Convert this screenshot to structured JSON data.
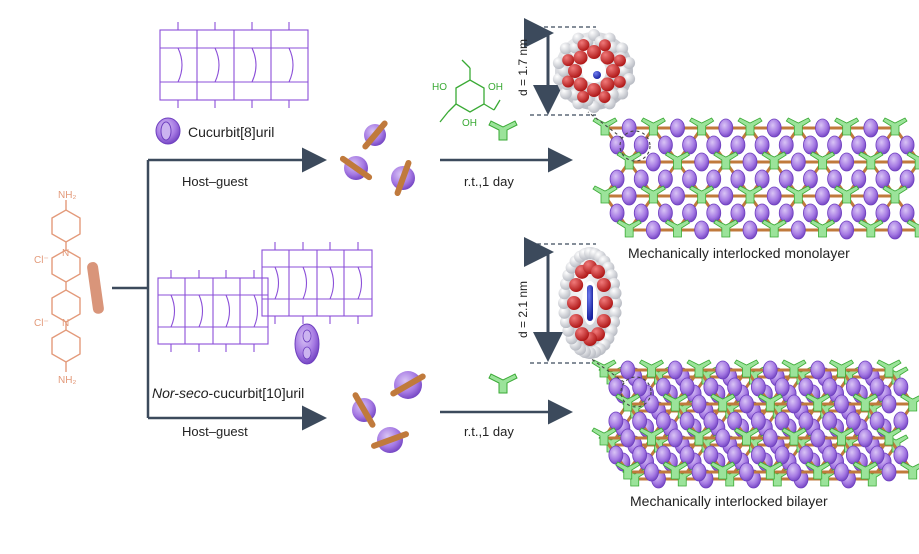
{
  "top": {
    "host_name": "Cucurbit[8]uril",
    "path_label": "Host–guest",
    "condition": "r.t.,1 day",
    "diameter_label": "d = 1.7 nm",
    "product": "Mechanically interlocked monolayer"
  },
  "bottom": {
    "host_name_prefix": "Nor-seco",
    "host_name_suffix": "-cucurbit[10]uril",
    "path_label": "Host–guest",
    "condition": "r.t.,1 day",
    "diameter_label": "d = 2.1 nm",
    "product": "Mechanically interlocked bilayer"
  },
  "guest": {
    "amine_top": "NH₂",
    "amine_bottom": "NH₂",
    "counter_ion_top": "Cl⁻",
    "counter_ion_bottom": "Cl⁻",
    "n_plus_top": "N",
    "n_plus_bottom": "N"
  },
  "linker": {
    "oh_left": "HO",
    "oh_right": "OH",
    "oh_bottom": "OH"
  },
  "colors": {
    "purple": "#8b4fd8",
    "purple_light": "#b48ae8",
    "orange": "#e39a7a",
    "green": "#3aaa35",
    "green_light": "#9be39a",
    "arrow": "#3c4a5c",
    "brown": "#c07a3c"
  }
}
